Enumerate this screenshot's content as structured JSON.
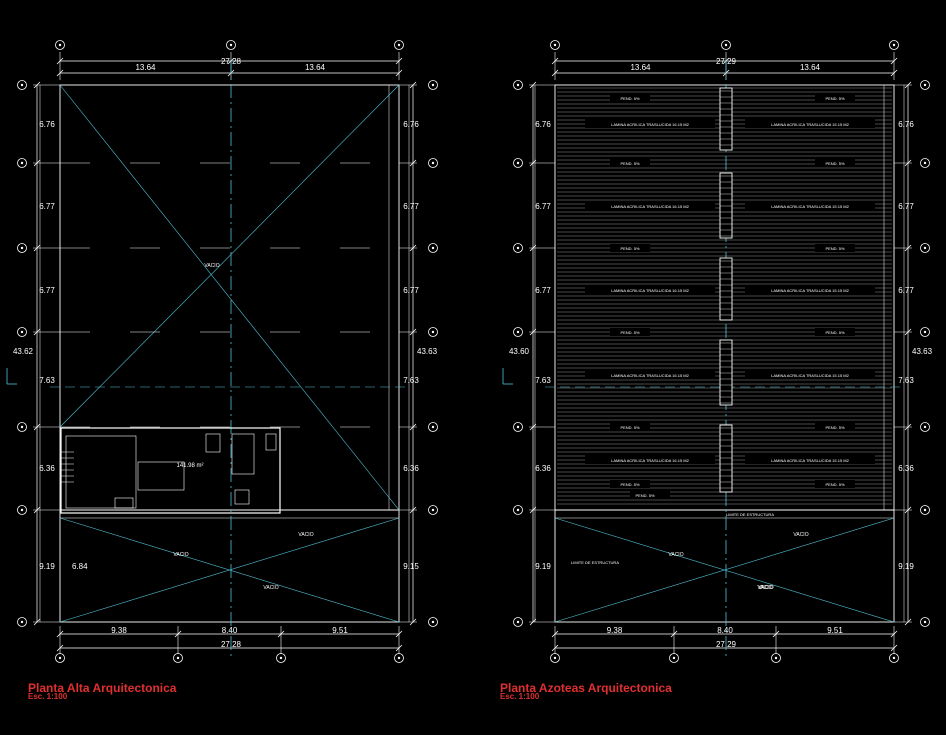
{
  "drawings": [
    {
      "title": "Planta Alta Arquitectonica",
      "scale": "Esc. 1:100",
      "dims_top": {
        "left": "13.64",
        "total": "27.28",
        "right": "13.64"
      },
      "dims_bottom": {
        "a": "9.38",
        "b": "8.40",
        "c": "9.51",
        "total": "27.28"
      },
      "dims_left": [
        "6.76",
        "6.77",
        "6.77",
        "7.63",
        "6.36",
        "9.19"
      ],
      "dims_right": [
        "6.76",
        "6.77",
        "6.77",
        "7.63",
        "6.36",
        "9.15"
      ],
      "total_height_left": "43.62",
      "total_height_right": "43.63",
      "extra_dim": "6.84",
      "labels": [
        "VACIO",
        "VACIO",
        "VACIO",
        "VACIO"
      ],
      "room_area": "141.98 m²"
    },
    {
      "title": "Planta Azoteas Arquitectonica",
      "scale": "Esc. 1:100",
      "dims_top": {
        "left": "13.64",
        "total": "27.29",
        "right": "13.64"
      },
      "dims_bottom": {
        "a": "9.38",
        "b": "8.40",
        "c": "9.51",
        "total": "27.29"
      },
      "dims_left": [
        "6.76",
        "6.77",
        "6.77",
        "7.63",
        "6.36",
        "9.19"
      ],
      "dims_right": [
        "6.76",
        "6.77",
        "6.77",
        "7.63",
        "6.36",
        "9.19"
      ],
      "total_height_left": "43.60",
      "total_height_right": "43.63",
      "roof_label": "LAMINA ACRILICA TRASLUCIDA",
      "slope_label": "PEND. 5%",
      "limit_label": "LIMITE DE ESTRUCTURA",
      "labels": [
        "VACIO",
        "VACIO",
        "VACIO",
        "VACIO"
      ]
    }
  ],
  "colors": {
    "background": "#000000",
    "lines": "#ffffff",
    "axis": "#4fc3d6",
    "title": "#e03030"
  }
}
